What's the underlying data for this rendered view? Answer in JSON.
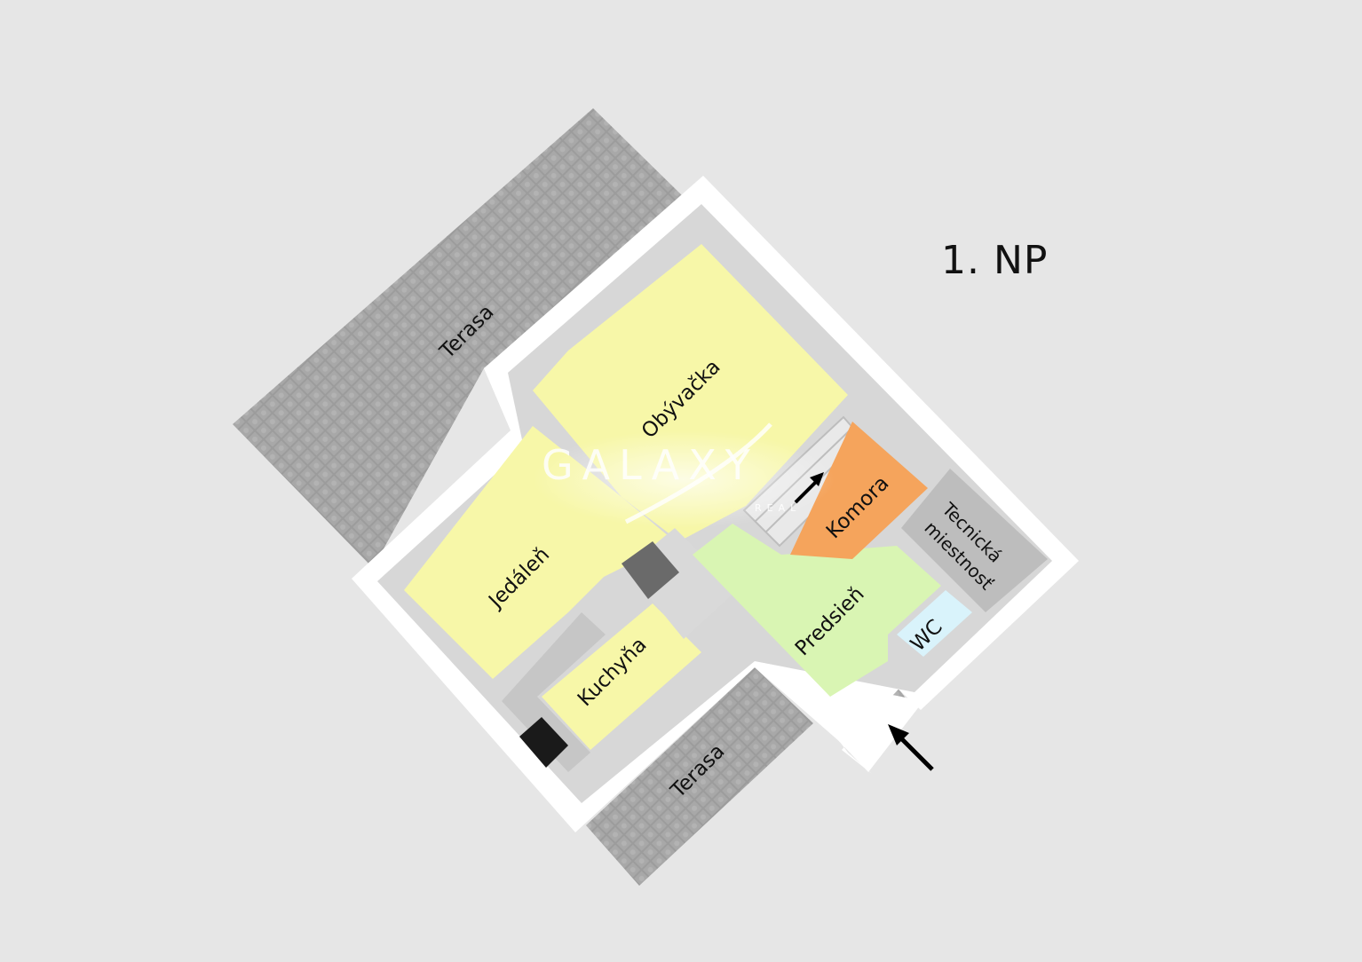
{
  "floor_title": "1. NP",
  "rooms": {
    "terasa_top": "Terasa",
    "terasa_bottom": "Terasa",
    "obyvacka": "Obývačka",
    "jedalen": "Jedáleň",
    "kuchyna": "Kuchyňa",
    "komora": "Komora",
    "technicka_line1": "Tecnická",
    "technicka_line2": "miestnosť",
    "predsien": "Predsieň",
    "wc": "WC"
  },
  "watermark": {
    "brand": "GALAXY",
    "sub": "REAL"
  },
  "colors": {
    "background": "#e6e6e6",
    "terrace": "#9b9b9b",
    "wall": "#ffffff",
    "living": "#f7f7a8",
    "hallway": "#d9f5b3",
    "pantry": "#f5a45c",
    "technical": "#bdbdbd",
    "wc": "#d9f3fb"
  },
  "icons": {
    "stair_direction": "arrow-up-right-icon",
    "entrance": "arrow-up-left-icon"
  }
}
